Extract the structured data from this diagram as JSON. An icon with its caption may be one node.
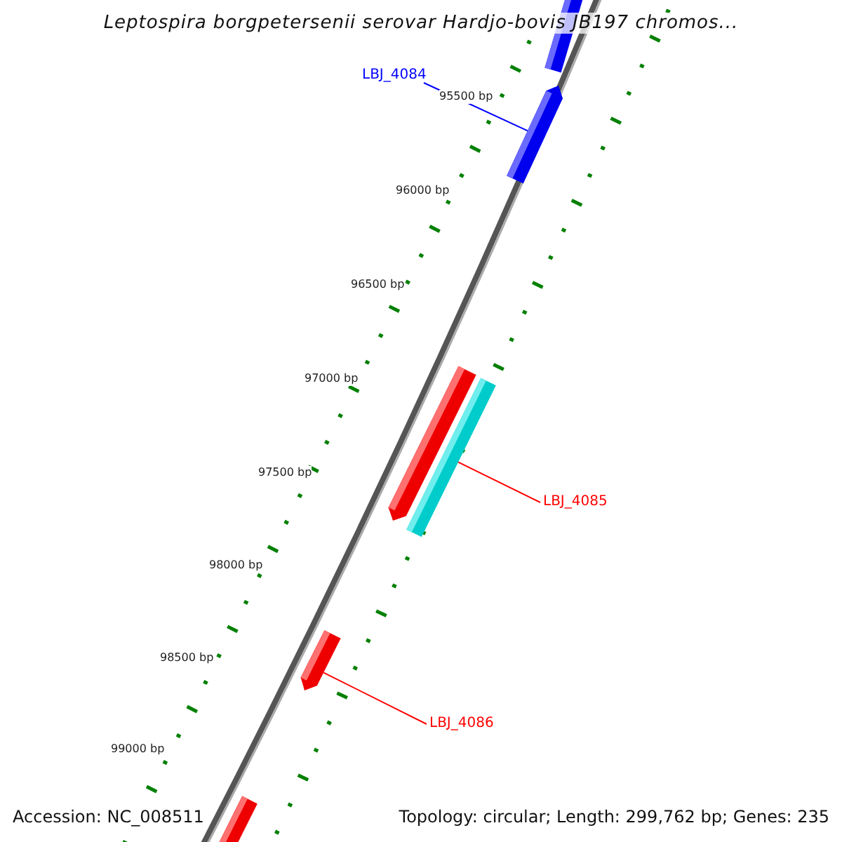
{
  "diagram": {
    "title": "Leptospira borgpetersenii serovar Hardjo-bovis JB197 chromos...",
    "nodes": [
      {
        "text": [],
        "shape": "bar"
      },
      {
        "text": [
          "LBJ_4084"
        ]
      },
      {
        "text": [],
        "shape": "bar"
      },
      {
        "text": [],
        "shape": "bar"
      },
      {
        "text": [],
        "shape": "bar"
      },
      {
        "text": [
          "LBJ_4085"
        ]
      },
      {
        "text": [],
        "shape": "bar"
      },
      {
        "text": [
          "LBJ_4086"
        ]
      },
      {
        "text": [],
        "shape": "bar"
      }
    ],
    "edges": [
      {
        "from": 1,
        "to": 2,
        "arrow": "none",
        "color": "#0000ff"
      },
      {
        "from": 5,
        "to": 4,
        "arrow": "none"
      },
      {
        "from": 7,
        "to": 6,
        "arrow": "none"
      }
    ],
    "labels": [
      "95500 bp",
      "96000 bp",
      "96500 bp",
      "97000 bp",
      "97500 bp",
      "98000 bp",
      "98500 bp",
      "99000 bp",
      "Accession: NC_008511",
      "Topology: circular; Length: 299,762 bp; Genes: 235"
    ]
  }
}
